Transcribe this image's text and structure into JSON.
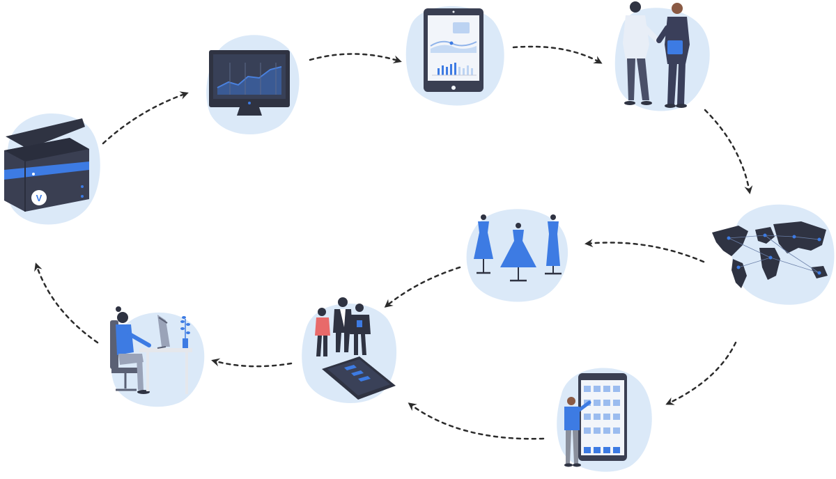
{
  "diagram": {
    "description_visible_text": "",
    "logo_letter": "V",
    "nodes": [
      {
        "id": "server",
        "icon": "server-icon"
      },
      {
        "id": "monitor",
        "icon": "monitor-chart-icon"
      },
      {
        "id": "tablet",
        "icon": "tablet-dashboard-icon"
      },
      {
        "id": "handshake",
        "icon": "handshake-icon"
      },
      {
        "id": "world",
        "icon": "world-map-icon"
      },
      {
        "id": "phone-user",
        "icon": "phone-app-icon"
      },
      {
        "id": "mannequins",
        "icon": "mannequins-icon"
      },
      {
        "id": "team-phone",
        "icon": "team-phone-icon"
      },
      {
        "id": "desk-worker",
        "icon": "desk-worker-icon"
      }
    ],
    "flow": [
      [
        "server",
        "monitor"
      ],
      [
        "monitor",
        "tablet"
      ],
      [
        "tablet",
        "handshake"
      ],
      [
        "handshake",
        "world"
      ],
      [
        "world",
        "mannequins"
      ],
      [
        "world",
        "phone-user"
      ],
      [
        "mannequins",
        "team-phone"
      ],
      [
        "phone-user",
        "team-phone"
      ],
      [
        "team-phone",
        "desk-worker"
      ],
      [
        "desk-worker",
        "server"
      ]
    ],
    "colors": {
      "blob": "#dbe9f8",
      "accent": "#3d7be3",
      "dark": "#2f3342",
      "arrow": "#2b2b2b"
    }
  }
}
